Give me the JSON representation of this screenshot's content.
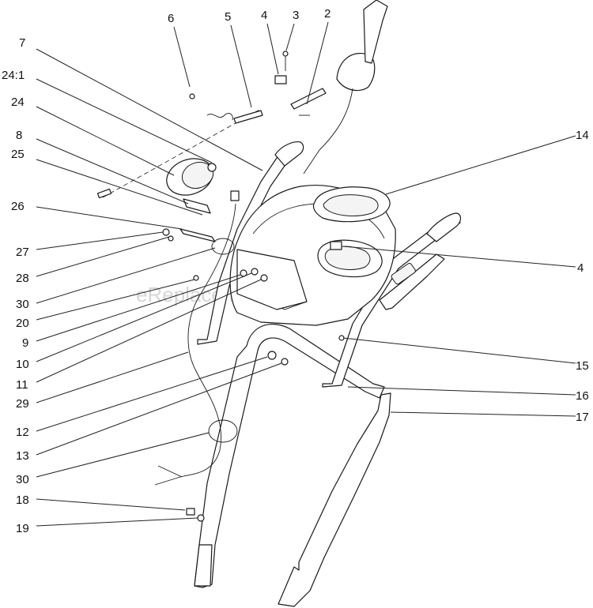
{
  "watermark": "eReplacementParts.com",
  "callouts": [
    {
      "id": "c-6",
      "text": "6"
    },
    {
      "id": "c-5",
      "text": "5"
    },
    {
      "id": "c-4top",
      "text": "4"
    },
    {
      "id": "c-3",
      "text": "3"
    },
    {
      "id": "c-2",
      "text": "2"
    },
    {
      "id": "c-7",
      "text": "7"
    },
    {
      "id": "c-24-1",
      "text": "24:1"
    },
    {
      "id": "c-24",
      "text": "24"
    },
    {
      "id": "c-8",
      "text": "8"
    },
    {
      "id": "c-25",
      "text": "25"
    },
    {
      "id": "c-26",
      "text": "26"
    },
    {
      "id": "c-27",
      "text": "27"
    },
    {
      "id": "c-28",
      "text": "28"
    },
    {
      "id": "c-30a",
      "text": "30"
    },
    {
      "id": "c-20",
      "text": "20"
    },
    {
      "id": "c-9",
      "text": "9"
    },
    {
      "id": "c-10",
      "text": "10"
    },
    {
      "id": "c-11",
      "text": "11"
    },
    {
      "id": "c-29",
      "text": "29"
    },
    {
      "id": "c-12",
      "text": "12"
    },
    {
      "id": "c-13",
      "text": "13"
    },
    {
      "id": "c-30b",
      "text": "30"
    },
    {
      "id": "c-18",
      "text": "18"
    },
    {
      "id": "c-19",
      "text": "19"
    },
    {
      "id": "c-14",
      "text": "14"
    },
    {
      "id": "c-4right",
      "text": "4"
    },
    {
      "id": "c-15",
      "text": "15"
    },
    {
      "id": "c-16",
      "text": "16"
    },
    {
      "id": "c-17",
      "text": "17"
    }
  ]
}
